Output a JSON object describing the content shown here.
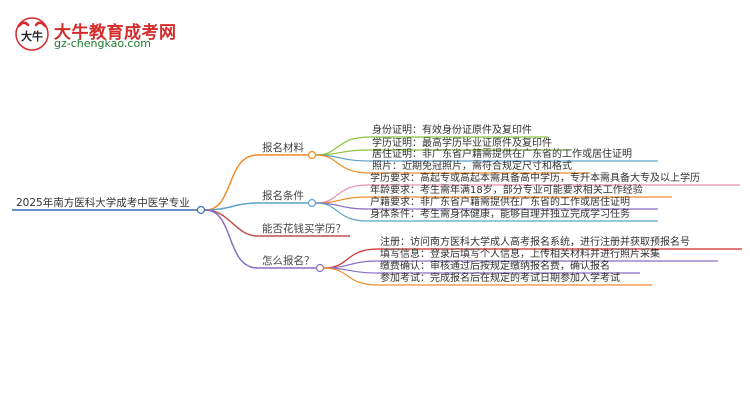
{
  "brand": {
    "name": "大牛教育成考网",
    "url": "gz-chengkao.com",
    "mark": "大牛"
  },
  "root": "2025年南方医科大学成考中医学专业",
  "categories": [
    {
      "label": "报名材料",
      "color": "#f08c2a",
      "items": [
        {
          "text": "身份证明：有效身份证原件及复印件",
          "color": "#8dc63f"
        },
        {
          "text": "学历证明：最高学历毕业证原件及复印件",
          "color": "#8dc63f"
        },
        {
          "text": "居住证明：非广东省户籍需提供在广东省的工作或居住证明",
          "color": "#5ba3c9"
        },
        {
          "text": "照片：近期免冠照片，需符合规定尺寸和格式",
          "color": "#f08c2a"
        }
      ]
    },
    {
      "label": "报名条件",
      "color": "#5ba3c9",
      "items": [
        {
          "text": "学历要求：高起专或高起本需具备高中学历，专升本需具备大专及以上学历",
          "color": "#e88fb0"
        },
        {
          "text": "年龄要求：考生需年满18岁，部分专业可能要求相关工作经验",
          "color": "#f08c2a"
        },
        {
          "text": "户籍要求：非广东省户籍需提供在广东省的工作或居住证明",
          "color": "#8a6fc4"
        },
        {
          "text": "身体条件：考生需身体健康，能够自理并独立完成学习任务",
          "color": "#5ba3c9"
        }
      ]
    },
    {
      "label": "能否花钱买学历？",
      "color": "#c0504d",
      "items": []
    },
    {
      "label": "怎么报名？",
      "color": "#8a6fc4",
      "items": [
        {
          "text": "注册：访问南方医科大学成人高考报名系统，进行注册并获取预报名号",
          "color": "#d42b2b"
        },
        {
          "text": "填写信息：登录后填写个人信息，上传相关材料并进行照片采集",
          "color": "#8a6fc4"
        },
        {
          "text": "缴费确认：审核通过后按规定缴纳报名费，确认报名",
          "color": "#8a6fc4"
        },
        {
          "text": "参加考试：完成报名后在规定的考试日期参加入学考试",
          "color": "#f08c2a"
        }
      ]
    }
  ]
}
